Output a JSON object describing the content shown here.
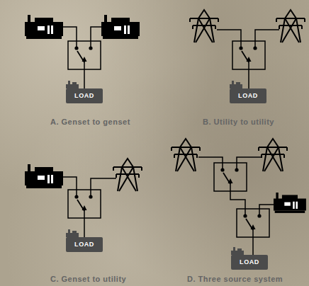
{
  "diagram": {
    "nodes": [
      {
        "text": [
          "LOAD"
        ]
      },
      {
        "text": [
          "LOAD"
        ]
      },
      {
        "text": [
          "LOAD"
        ]
      },
      {
        "text": [
          "LOAD"
        ]
      }
    ],
    "labels": [
      "A. Genset to genset",
      "B. Utility to utility",
      "C. Genset to utility",
      "D. Three source system"
    ]
  }
}
